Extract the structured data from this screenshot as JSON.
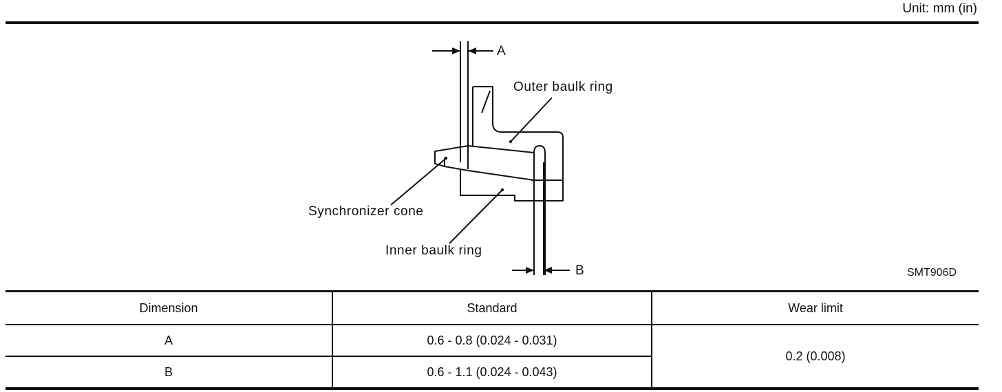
{
  "unit": "Unit: mm (in)",
  "figure": {
    "dim_a": "A",
    "dim_b": "B",
    "outer_ring": "Outer baulk ring",
    "cone": "Synchronizer cone",
    "inner_ring": "Inner baulk ring",
    "figure_id": "SMT906D"
  },
  "table": {
    "headers": [
      "Dimension",
      "Standard",
      "Wear limit"
    ],
    "rows": [
      {
        "dimension": "A",
        "standard": "0.6 - 0.8 (0.024 - 0.031)"
      },
      {
        "dimension": "B",
        "standard": "0.6 - 1.1 (0.024 - 0.043)"
      }
    ],
    "wear_limit": "0.2 (0.008)"
  }
}
